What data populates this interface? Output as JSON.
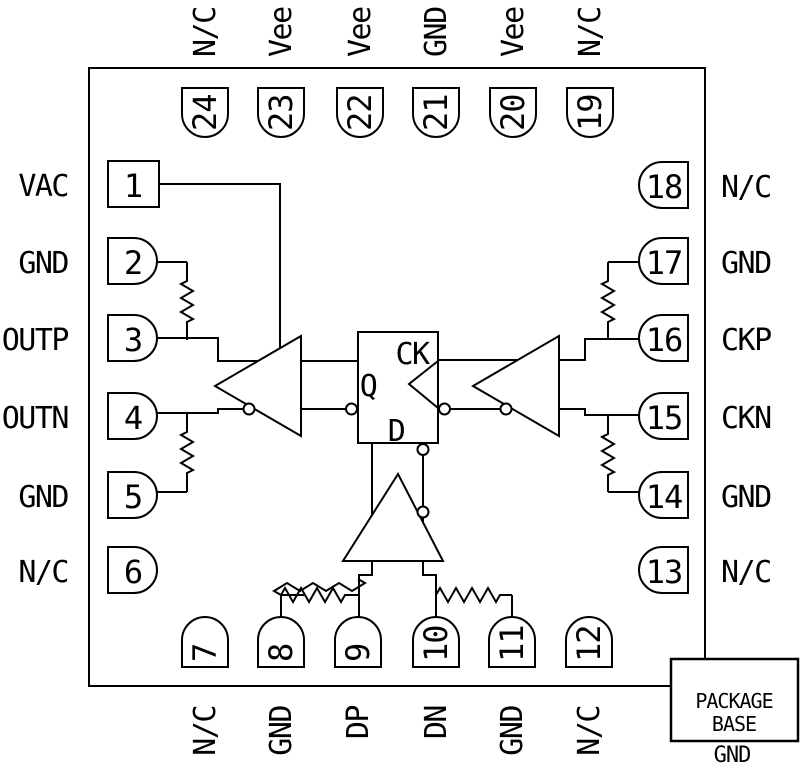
{
  "diagram": {
    "type": "ic-pinout-functional-diagram",
    "pins": {
      "left": [
        {
          "number": "1",
          "name": "VAC"
        },
        {
          "number": "2",
          "name": "GND"
        },
        {
          "number": "3",
          "name": "OUTP"
        },
        {
          "number": "4",
          "name": "OUTN"
        },
        {
          "number": "5",
          "name": "GND"
        },
        {
          "number": "6",
          "name": "N/C"
        }
      ],
      "right": [
        {
          "number": "18",
          "name": "N/C"
        },
        {
          "number": "17",
          "name": "GND"
        },
        {
          "number": "16",
          "name": "CKP"
        },
        {
          "number": "15",
          "name": "CKN"
        },
        {
          "number": "14",
          "name": "GND"
        },
        {
          "number": "13",
          "name": "N/C"
        }
      ],
      "top": [
        {
          "number": "24",
          "name": "N/C"
        },
        {
          "number": "23",
          "name": "Vee"
        },
        {
          "number": "22",
          "name": "Vee"
        },
        {
          "number": "21",
          "name": "GND"
        },
        {
          "number": "20",
          "name": "Vee"
        },
        {
          "number": "19",
          "name": "N/C"
        }
      ],
      "bottom": [
        {
          "number": "7",
          "name": "N/C"
        },
        {
          "number": "8",
          "name": "GND"
        },
        {
          "number": "9",
          "name": "DP"
        },
        {
          "number": "10",
          "name": "DN"
        },
        {
          "number": "11",
          "name": "GND"
        },
        {
          "number": "12",
          "name": "N/C"
        }
      ]
    },
    "flipflop": {
      "clock": "CK",
      "q": "Q",
      "d": "D"
    },
    "package_base": {
      "line1": "PACKAGE",
      "line2": "BASE",
      "ground": "GND"
    },
    "colors": {
      "line": "#000000",
      "background": "#ffffff"
    }
  }
}
